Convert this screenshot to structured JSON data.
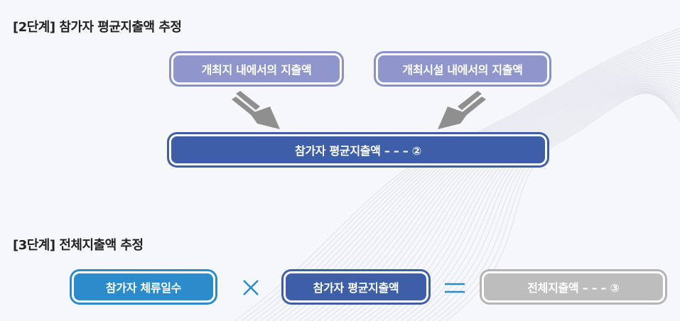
{
  "step2": {
    "heading": "[2단계] 참가자 평균지출액 추정",
    "input_left": "개최지 내에서의 지출액",
    "input_right": "개최시설 내에서의 지출액",
    "result": "참가자 평균지출액  – – – ②"
  },
  "step3": {
    "heading": "[3단계] 전체지출액 추정",
    "term1": "참가자 체류일수",
    "term2": "참가자 평균지출액",
    "result": "전체지출액 – – – ③"
  },
  "colors": {
    "light_box": "#8f96cb",
    "dark_box": "#3f5ea8",
    "blue_box": "#2b8bcb",
    "gray_box": "#bdbdbd",
    "operator": "#2b8bcb",
    "arrow": "#8f8f8f"
  }
}
